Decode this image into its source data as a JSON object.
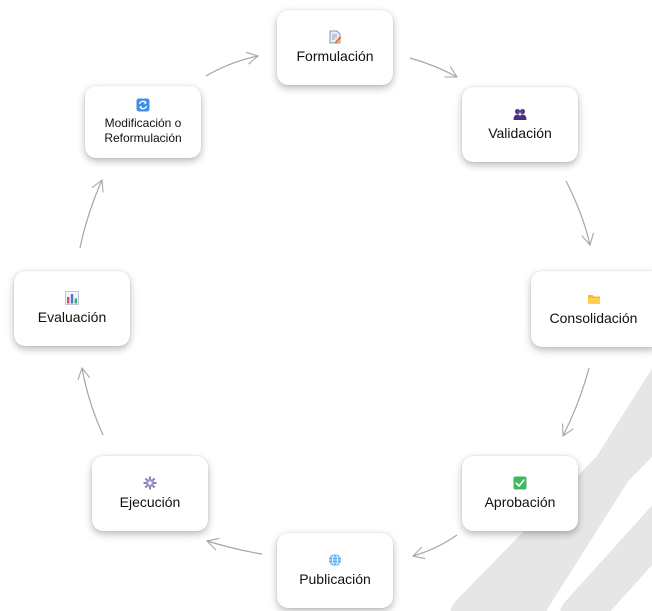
{
  "diagram": {
    "nodes": [
      {
        "id": "formulacion",
        "label": "Formulación",
        "icon": "document-edit-icon"
      },
      {
        "id": "validacion",
        "label": "Validación",
        "icon": "users-icon"
      },
      {
        "id": "consolidacion",
        "label": "Consolidación",
        "icon": "folder-icon"
      },
      {
        "id": "aprobacion",
        "label": "Aprobación",
        "icon": "check-icon"
      },
      {
        "id": "publicacion",
        "label": "Publicación",
        "icon": "globe-icon"
      },
      {
        "id": "ejecucion",
        "label": "Ejecución",
        "icon": "gear-icon"
      },
      {
        "id": "evaluacion",
        "label": "Evaluación",
        "icon": "bar-chart-icon"
      },
      {
        "id": "modificacion",
        "label": "Modificación o Reformulación",
        "icon": "refresh-icon"
      }
    ],
    "edges": [
      {
        "from": "formulacion",
        "to": "validacion"
      },
      {
        "from": "validacion",
        "to": "consolidacion"
      },
      {
        "from": "consolidacion",
        "to": "aprobacion"
      },
      {
        "from": "aprobacion",
        "to": "publicacion"
      },
      {
        "from": "publicacion",
        "to": "ejecucion"
      },
      {
        "from": "ejecucion",
        "to": "evaluacion"
      },
      {
        "from": "evaluacion",
        "to": "modificacion"
      },
      {
        "from": "modificacion",
        "to": "formulacion"
      }
    ],
    "colors": {
      "arrow": "#a6a6a6",
      "node_background": "#ffffff",
      "label_text": "#111111",
      "watermark": "#c8c8c8"
    }
  }
}
